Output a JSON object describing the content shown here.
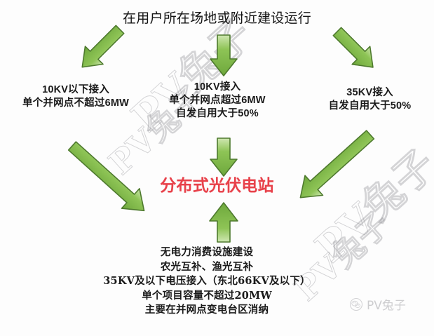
{
  "diagram": {
    "top_title": "在用户所在场地或附近建设运行",
    "center_title": "分布式光伏电站",
    "branches": [
      {
        "id": "left",
        "lines": [
          "10KV以下接入",
          "单个并网点不超过6MW"
        ]
      },
      {
        "id": "center",
        "lines": [
          "10KV接入",
          "单个并网点超过6MW",
          "自发自用大于50%"
        ]
      },
      {
        "id": "right",
        "lines": [
          "35KV接入",
          "自发自用大于50%"
        ]
      }
    ],
    "bottom": {
      "lines": [
        "无电力消费设施建设",
        "农光互补、渔光互补",
        "35KV及以下电压接入（东北66KV及以下）",
        "单个项目容量不超过20MW",
        "主要在并网点变电台区消纳"
      ]
    },
    "arrows": [
      {
        "name": "arrow-top-to-left-branch",
        "direction": "down-left"
      },
      {
        "name": "arrow-top-to-center-branch",
        "direction": "down"
      },
      {
        "name": "arrow-top-to-right-branch",
        "direction": "down-right"
      },
      {
        "name": "arrow-left-branch-to-center",
        "direction": "down-right"
      },
      {
        "name": "arrow-center-branch-to-center",
        "direction": "down"
      },
      {
        "name": "arrow-right-branch-to-center",
        "direction": "down-left"
      },
      {
        "name": "arrow-bottom-to-center",
        "direction": "up"
      }
    ],
    "watermarks": [
      "PV兔子",
      "PV兔子",
      "PV兔子",
      "PV兔子"
    ],
    "logo": {
      "icon": "wechat-icon",
      "label": "PV兔子"
    },
    "colors": {
      "arrow_fill": "#85c14e",
      "arrow_fill_light": "#c9e3a8",
      "arrow_stroke": "#4e7a2e",
      "center_title": "#e8414a",
      "body_text": "#1a1a1a",
      "background": "#fdfdfd"
    }
  }
}
